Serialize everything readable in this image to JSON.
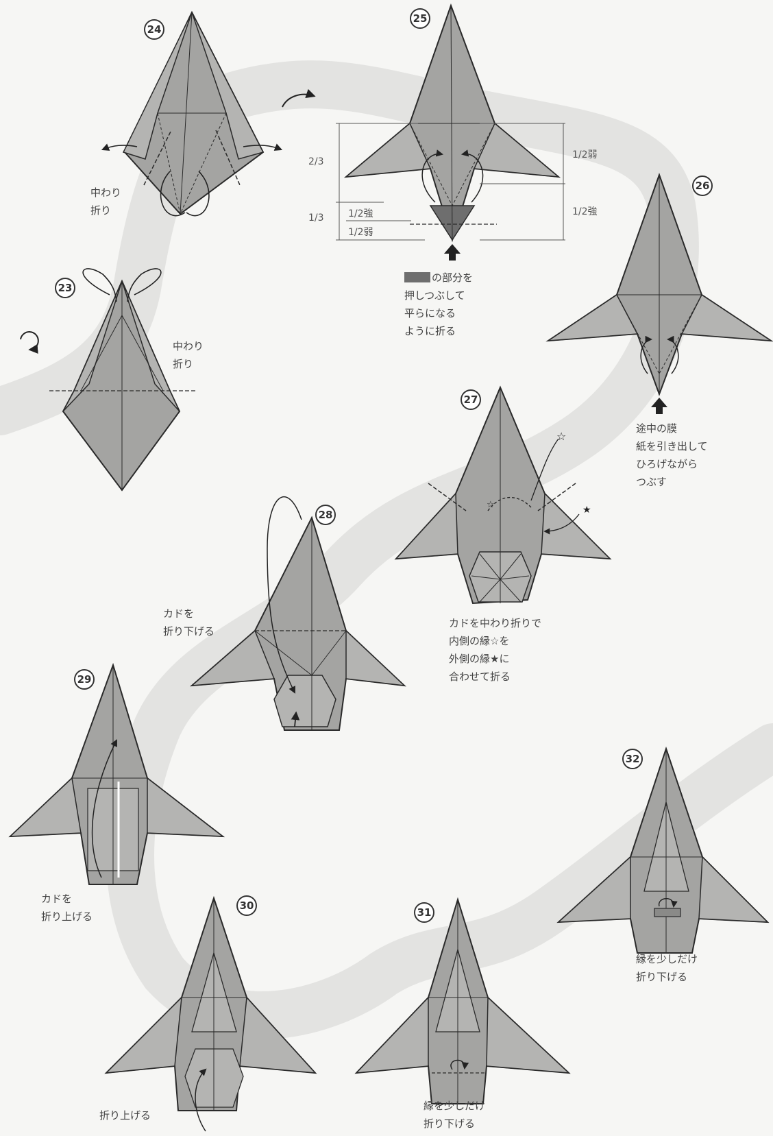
{
  "steps": [
    {
      "number": "24"
    },
    {
      "number": "25"
    },
    {
      "number": "26"
    },
    {
      "number": "23"
    },
    {
      "number": "27"
    },
    {
      "number": "28"
    },
    {
      "number": "29"
    },
    {
      "number": "30"
    },
    {
      "number": "31"
    },
    {
      "number": "32"
    }
  ],
  "instructions": {
    "step24": [
      "中わり",
      "折り"
    ],
    "step23": [
      "中わり",
      "折り"
    ],
    "step25": [
      "の部分を",
      "押しつぶして",
      "平らになる",
      "ように折る"
    ],
    "step26": [
      "途中の膜",
      "紙を引き出して",
      "ひろげながら",
      "つぶす"
    ],
    "step27": [
      "カドを中わり折りで",
      "内側の縁☆を",
      "外側の縁★に",
      "合わせて折る"
    ],
    "step28": [
      "カドを",
      "折り下げる"
    ],
    "step29": [
      "カドを",
      "折り上げる"
    ],
    "step30": [
      "折り上げる"
    ],
    "step31": [
      "縁を少しだけ",
      "折り下げる"
    ],
    "step32": [
      "縁を少しだけ",
      "折り下げる"
    ]
  },
  "measurements": {
    "left_top": "2/3",
    "left_bottom": "1/3",
    "inner_1": "1/2強",
    "inner_2": "1/2弱",
    "right_top": "1/2弱",
    "right_bottom": "1/2強"
  },
  "colors": {
    "paper": "#a4a4a2",
    "paper_dark": "#6e6e6e",
    "path_band": "#e3e3e1",
    "line": "#2a2a2a"
  },
  "icons": [
    "turn-over-icon",
    "rotate-icon",
    "push-arrow-icon"
  ]
}
